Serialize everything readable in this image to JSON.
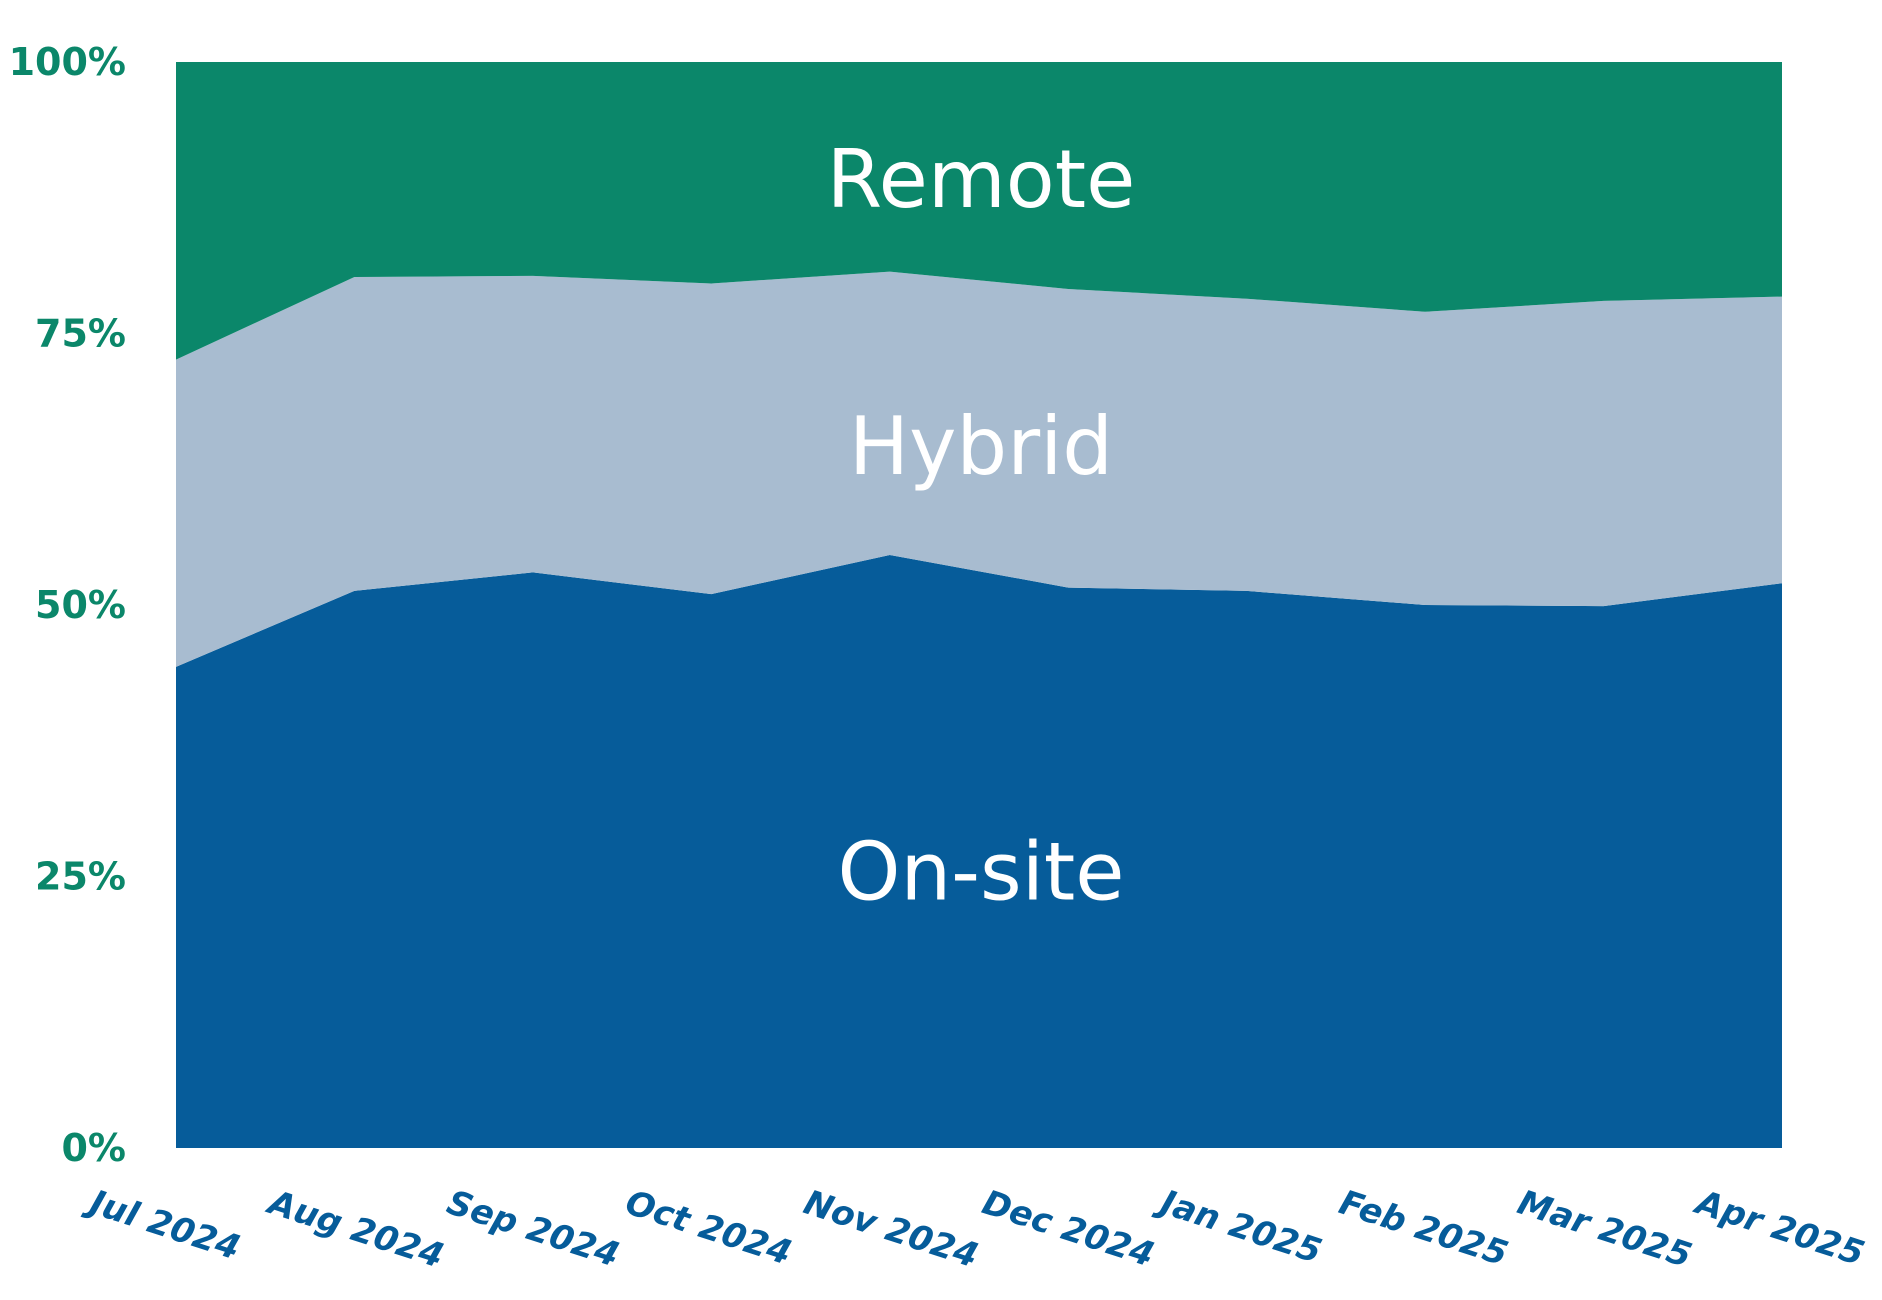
{
  "chart_data": {
    "type": "area",
    "stacked": true,
    "normalized": true,
    "categories": [
      "Jul 2024",
      "Aug 2024",
      "Sep 2024",
      "Oct 2024",
      "Nov 2024",
      "Dec 2024",
      "Jan 2025",
      "Feb 2025",
      "Mar 2025",
      "Apr 2025"
    ],
    "series": [
      {
        "name": "On-site",
        "color": "#065c9a",
        "values": [
          44.3,
          51.3,
          53.0,
          51.0,
          54.6,
          51.6,
          51.3,
          50.0,
          49.9,
          52.0
        ]
      },
      {
        "name": "Hybrid",
        "color": "#a8bcd0",
        "values": [
          28.3,
          28.9,
          27.3,
          28.6,
          26.1,
          27.5,
          26.9,
          27.0,
          28.1,
          26.4
        ]
      },
      {
        "name": "Remote",
        "color": "#0b876a",
        "values": [
          27.4,
          19.8,
          19.7,
          20.4,
          19.3,
          20.9,
          21.8,
          23.0,
          22.0,
          21.6
        ]
      }
    ],
    "yticks": [
      "0%",
      "25%",
      "50%",
      "75%",
      "100%"
    ],
    "ylim": [
      0,
      100
    ],
    "ytick_color": "#0b876a",
    "xtick_color": "#065c9a",
    "grid": false,
    "legend": "none",
    "title": "",
    "xlabel": "",
    "ylabel": ""
  }
}
